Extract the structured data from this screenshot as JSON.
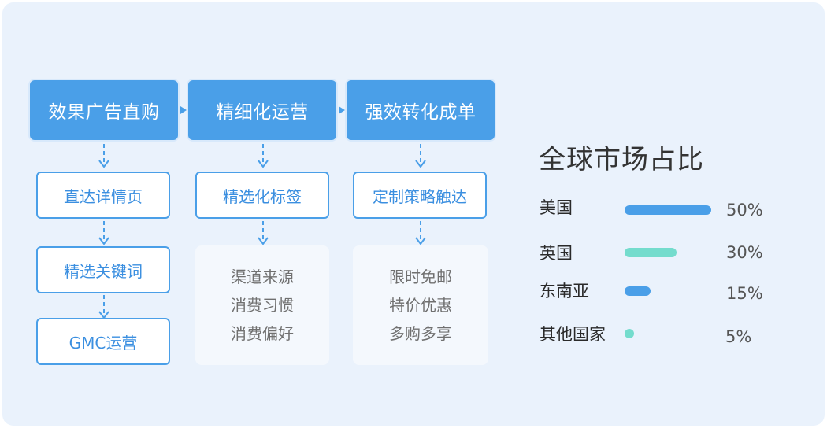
{
  "flow": {
    "columns": [
      {
        "header": "效果广告直购",
        "items": [
          "直达详情页",
          "精选关键词",
          "GMC运营"
        ]
      },
      {
        "header": "精细化运营",
        "items": [
          "精选化标签"
        ],
        "notes": [
          "渠道来源",
          "消费习惯",
          "消费偏好"
        ]
      },
      {
        "header": "强效转化成单",
        "items": [
          "定制策略触达"
        ],
        "notes": [
          "限时免邮",
          "特价优惠",
          "多购多享"
        ]
      }
    ]
  },
  "market": {
    "title": "全球市场占比",
    "rows": [
      {
        "label": "美国",
        "value": 50,
        "pct": "50%",
        "color": "#4a9fe8"
      },
      {
        "label": "英国",
        "value": 30,
        "pct": "30%",
        "color": "#74dccd"
      },
      {
        "label": "东南亚",
        "value": 15,
        "pct": "15%",
        "color": "#4a9fe8"
      },
      {
        "label": "其他国家",
        "value": 5,
        "pct": "5%",
        "color": "#74dccd"
      }
    ]
  },
  "colors": {
    "primary": "#4a9fe8",
    "teal": "#74dccd",
    "background": "#eaf2fc"
  }
}
